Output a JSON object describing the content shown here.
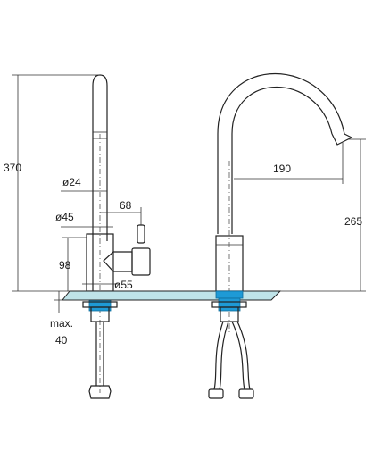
{
  "colors": {
    "outline": "#222222",
    "counter_fill": "#bfe3e8",
    "mount_blue": "#1e9ad6"
  },
  "dimensions": {
    "total_height": "370",
    "spout_diameter": "ø24",
    "body_diameter": "ø45",
    "handle_offset": "68",
    "body_height": "98",
    "base_diameter": "ø55",
    "max_label": "max.",
    "max_value": "40",
    "reach": "190",
    "spout_height": "265"
  }
}
